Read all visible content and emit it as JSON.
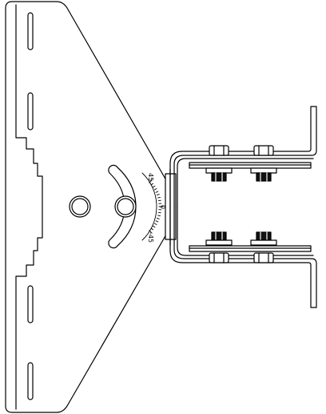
{
  "diagram": {
    "kind": "technical line drawing (top view of bracket assembly)",
    "stroke_color": "#000000",
    "fill_color": "#ffffff",
    "dark_fill": "#111111"
  },
  "protractor": {
    "labels": {
      "upper": "45",
      "middle": "0",
      "lower": "-45"
    }
  }
}
